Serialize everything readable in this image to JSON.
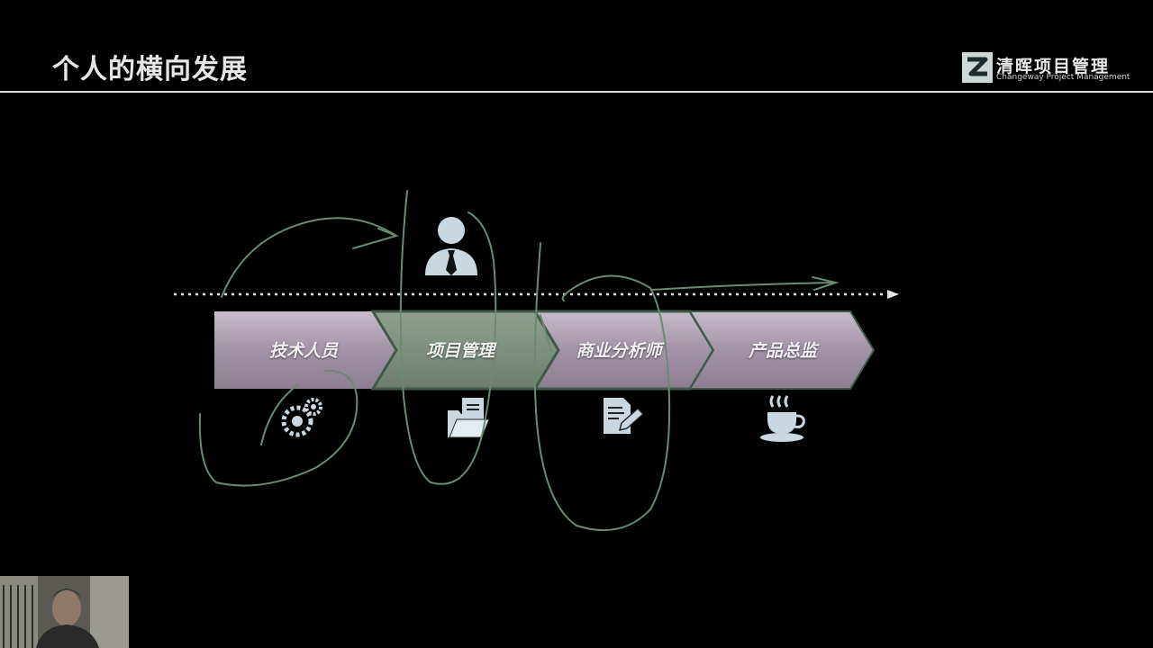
{
  "slide": {
    "title": "个人的横向发展"
  },
  "logo": {
    "name": "清晖项目管理",
    "subtitle": "Changeway Project Management"
  },
  "stages": [
    {
      "label": "技术人员",
      "icon": "gears-icon"
    },
    {
      "label": "项目管理",
      "icon": "folder-icon"
    },
    {
      "label": "商业分析师",
      "icon": "document-pen-icon"
    },
    {
      "label": "产品总监",
      "icon": "coffee-cup-icon"
    }
  ],
  "top_icon": "businessman-icon",
  "colors": {
    "background": "#000000",
    "chevron_fill": "#a79aaa",
    "chevron_edge": "#3f5a48",
    "annotation": "#6b8a72",
    "icon": "#c9d8e0"
  }
}
